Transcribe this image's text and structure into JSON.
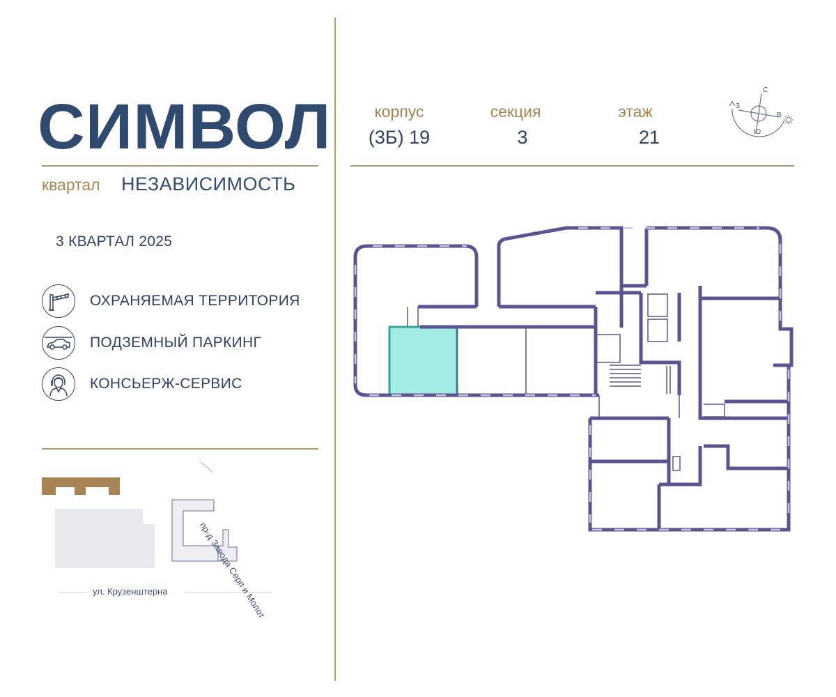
{
  "brand": {
    "logo": "СИМВОЛ",
    "subtitle_small": "квартал",
    "subtitle_big": "НЕЗАВИСИМОСТЬ"
  },
  "completion": "3 КВАРТАЛ 2025",
  "features": [
    {
      "label": "ОХРАНЯЕМАЯ ТЕРРИТОРИЯ",
      "icon": "barrier-icon"
    },
    {
      "label": "ПОДЗЕМНЫЙ ПАРКИНГ",
      "icon": "car-icon"
    },
    {
      "label": "КОНСЬЕРЖ-СЕРВИС",
      "icon": "concierge-icon"
    }
  ],
  "info": {
    "building_label": "корпус",
    "building_value": "(3Б) 19",
    "section_label": "секция",
    "section_value": "3",
    "floor_label": "этаж",
    "floor_value": "21"
  },
  "compass": {
    "north": "С",
    "west": "З",
    "east": "В",
    "south": "Ю"
  },
  "site_map": {
    "street_bottom": "ул. Крузенштерна",
    "street_diagonal": "пр-д Завода Серп и Молот"
  },
  "colors": {
    "accent_gold": "#a8844f",
    "navy": "#2f4a6e",
    "plan_walls": "#5a5490",
    "highlight": "#a2ece4",
    "highlight_border": "#3aa39a"
  }
}
